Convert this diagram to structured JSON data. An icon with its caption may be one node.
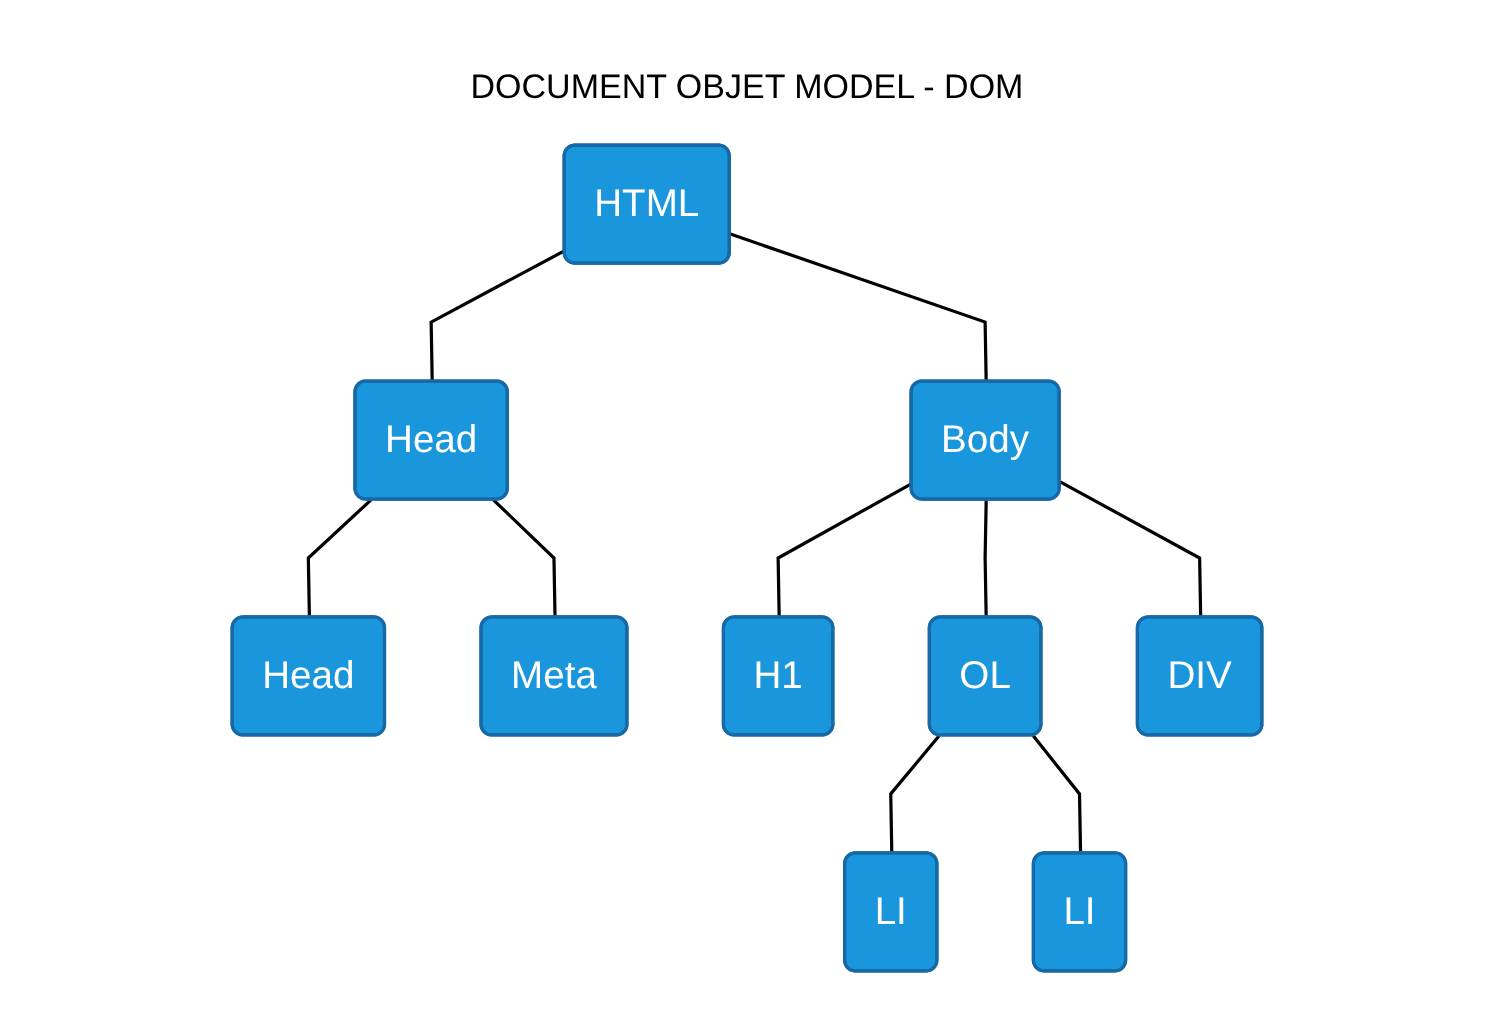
{
  "diagram": {
    "title": "DOCUMENT OBJET MODEL - DOM",
    "nodes": [
      {
        "text": [
          "HTML"
        ]
      },
      {
        "text": [
          "Head"
        ]
      },
      {
        "text": [
          "Body"
        ]
      },
      {
        "text": [
          "Head"
        ]
      },
      {
        "text": [
          "Meta"
        ]
      },
      {
        "text": [
          "H1"
        ]
      },
      {
        "text": [
          "OL"
        ]
      },
      {
        "text": [
          "DIV"
        ]
      },
      {
        "text": [
          "LI"
        ]
      },
      {
        "text": [
          "LI"
        ]
      }
    ],
    "edges": [
      {
        "from": 0,
        "to": 1,
        "arrow": "none"
      },
      {
        "from": 0,
        "to": 2,
        "arrow": "none"
      },
      {
        "from": 1,
        "to": 3,
        "arrow": "none"
      },
      {
        "from": 1,
        "to": 4,
        "arrow": "none"
      },
      {
        "from": 2,
        "to": 5,
        "arrow": "none"
      },
      {
        "from": 2,
        "to": 6,
        "arrow": "none"
      },
      {
        "from": 2,
        "to": 7,
        "arrow": "none"
      },
      {
        "from": 6,
        "to": 8,
        "arrow": "none"
      },
      {
        "from": 6,
        "to": 9,
        "arrow": "none"
      }
    ]
  }
}
